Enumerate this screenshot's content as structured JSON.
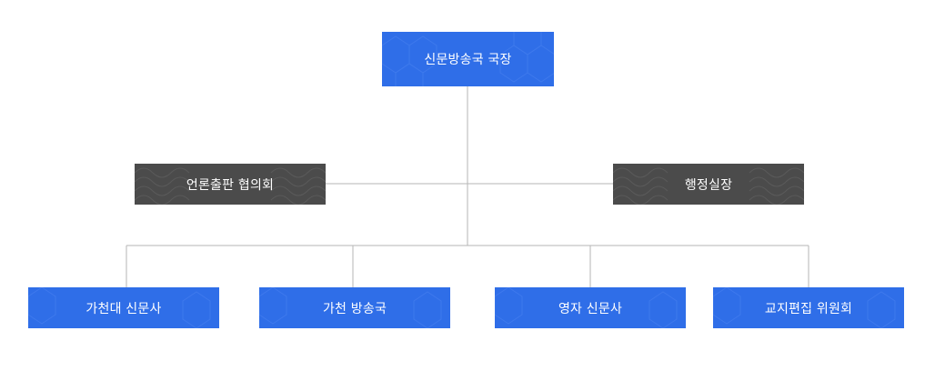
{
  "org_chart": {
    "root": {
      "label": "신문방송국 국장"
    },
    "side_left": {
      "label": "언론출판 협의회"
    },
    "side_right": {
      "label": "행정실장"
    },
    "children": [
      {
        "label": "가천대 신문사"
      },
      {
        "label": "가천 방송국"
      },
      {
        "label": "영자 신문사"
      },
      {
        "label": "교지편집 위원회"
      }
    ]
  },
  "colors": {
    "primary_box": "#2f6ee8",
    "secondary_box": "#4b4b4b",
    "connector_line": "#b5b5b5",
    "text": "#ffffff"
  }
}
